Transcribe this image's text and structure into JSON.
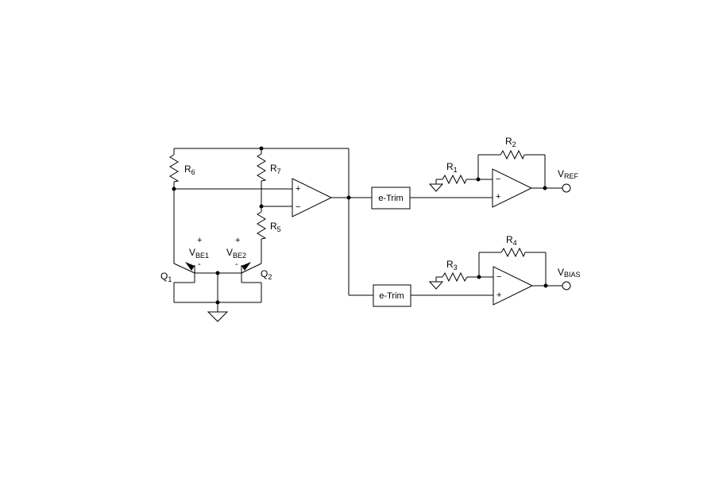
{
  "components": {
    "R6": {
      "main": "R",
      "sub": "6"
    },
    "R7": {
      "main": "R",
      "sub": "7"
    },
    "R5": {
      "main": "R",
      "sub": "5"
    },
    "R1": {
      "main": "R",
      "sub": "1"
    },
    "R2": {
      "main": "R",
      "sub": "2"
    },
    "R3": {
      "main": "R",
      "sub": "3"
    },
    "R4": {
      "main": "R",
      "sub": "4"
    },
    "Q1": {
      "main": "Q",
      "sub": "1"
    },
    "Q2": {
      "main": "Q",
      "sub": "2"
    },
    "VBE1": {
      "main": "V",
      "sub": "BE1",
      "plus": "+",
      "minus": "-"
    },
    "VBE2": {
      "main": "V",
      "sub": "BE2",
      "plus": "+",
      "minus": "-"
    }
  },
  "opamp_pins": {
    "plus": "+",
    "minus": "−"
  },
  "trim_blocks": {
    "top": "e-Trim",
    "bottom": "e-Trim"
  },
  "outputs": {
    "vref": {
      "main": "V",
      "sub": "REF"
    },
    "vbias": {
      "main": "V",
      "sub": "BIAS"
    }
  }
}
